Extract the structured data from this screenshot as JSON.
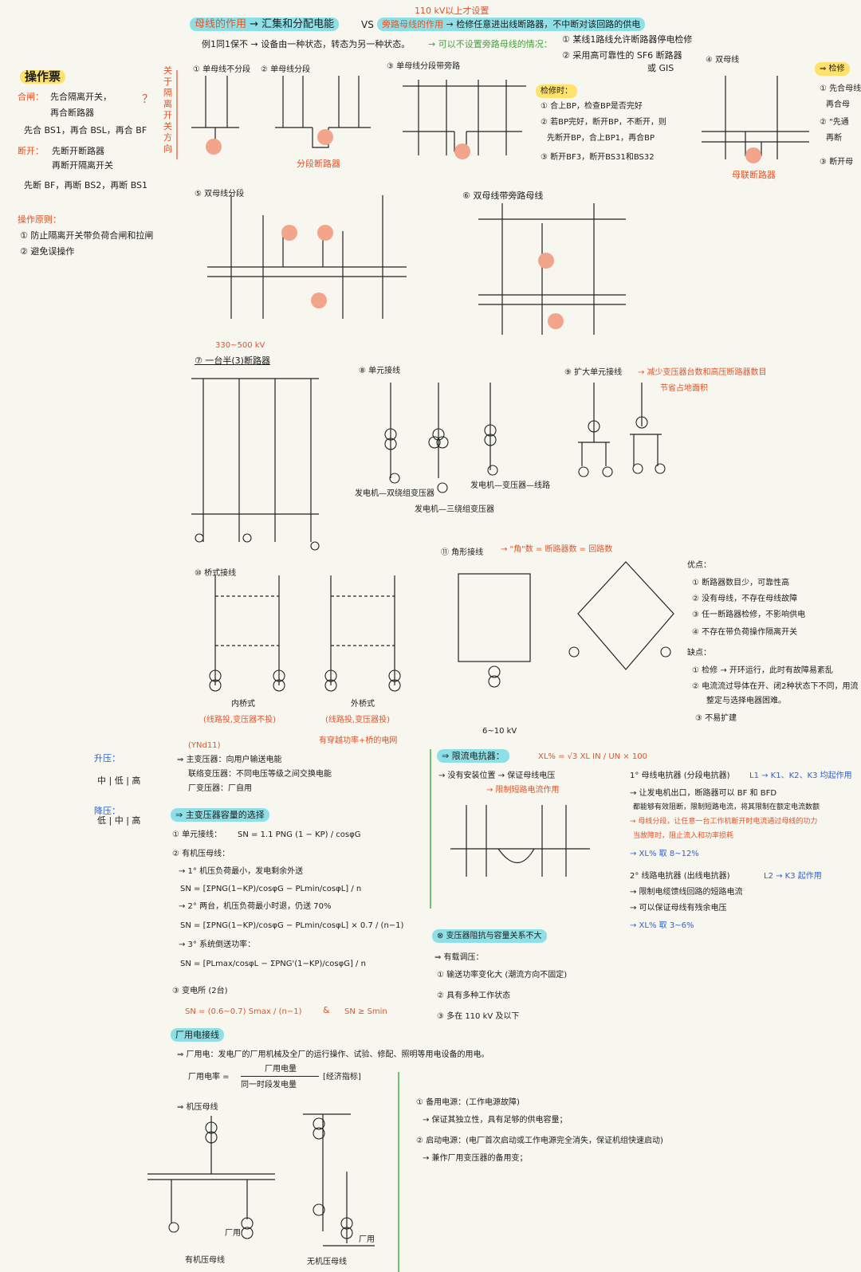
{
  "header": {
    "bus_role": "母线的作用",
    "bus_role_desc": "→ 汇集和分配电能",
    "vs": "VS",
    "bypass_role": "旁路母线的作用",
    "bypass_role_desc": "→ 检修任意进出线断路器，不中断对该回路的供电",
    "bypass_note_top": "110 kV以上才设置",
    "bypass_note_under": "→ 可以不设置旁路母线的情况：",
    "bypass_case1": "① 某线1路线允许断路器停电检修",
    "bypass_case2": "② 采用高可靠性的 SF6 断路器",
    "bypass_case2b": "或 GIS",
    "single_bus_example": "例1同1保不",
    "single_bus_example_desc": "→ 设备由一种状态，转态为另一种状态。"
  },
  "operation": {
    "title": "操作票",
    "close_label": "合闸：",
    "close_step1": "先合隔离开关，",
    "close_step2": "再合断路器",
    "close_seq": "先合 BS1，再合 BSL，再合 BF",
    "open_label": "断开：",
    "open_step1": "先断开断路器",
    "open_step2": "再断开隔离开关",
    "open_seq": "先断 BF，再断 BS2，再断 BS1",
    "principle_title": "操作原则：",
    "principle1": "① 防止隔离开关带负荷合闸和拉闸",
    "principle2": "② 避免误操作",
    "side_note": "关于隔离开关方向",
    "question": "？"
  },
  "diagrams": {
    "d1": "① 单母线不分段",
    "d2": "② 单母线分段",
    "d2_red": "分段断路器",
    "d3": "③ 单母线分段带旁路",
    "d3_note_title": "检修时：",
    "d3_step1": "① 合上BP，检查BP是否完好",
    "d3_step2": "② 若BP完好，断开BP，不断开，则",
    "d3_step2b": "先断开BP，合上BP1，再合BP",
    "d3_step3": "③ 断开BF3，断开BS31和BS32",
    "d4": "④ 双母线",
    "d4_red": "母联断路器",
    "d5": "⑤ 双母线分段",
    "d6": "⑥ 双母线带旁路母线",
    "d7_voltage": "330~500 kV",
    "d7": "⑦ 一台半(3)断路器",
    "d8": "⑧ 单元接线",
    "d8_label1": "发电机—双绕组变压器",
    "d8_label2": "发电机—三绕组变压器",
    "d8_label3": "发电机—变压器—线路",
    "d9": "⑨ 扩大单元接线",
    "d9_note": "→ 减少变压器台数和高压断路器数目",
    "d9_note2": "节省占地面积",
    "d10": "⑩ 桥式接线",
    "d10_inner": "内桥式",
    "d10_inner_note": "(线路投,变压器不投)",
    "d10_outer": "外桥式",
    "d10_outer_note": "(线路投,变压器投)",
    "d10_outer_note2": "有穿越功率+桥的电网",
    "d11": "⑪ 角形接线",
    "d11_note": "→ \"角\"数 = 断路器数 = 回路数",
    "ring_adv_title": "优点：",
    "ring_adv1": "① 断路器数目少，可靠性高",
    "ring_adv2": "② 没有母线，不存在母线故障",
    "ring_adv3": "③ 任一断路器检修，不影响供电",
    "ring_adv4": "④ 不存在带负荷操作隔离开关",
    "ring_dis_title": "缺点：",
    "ring_dis1": "① 检修 → 开环运行，此时有故障易紊乱",
    "ring_dis2": "② 电流流过导体在开、闭2种状态下不同，用流",
    "ring_dis2b": "整定与选择电器困难。",
    "ring_dis3": "③ 不易扩建"
  },
  "transformer": {
    "step_up": "升压：",
    "step_up_val": "中 | 低 | 高",
    "step_down": "降压：",
    "step_down_val": "低 | 中 | 高",
    "ynd_note": "(YNd11)",
    "main_tx": "⇒ 主变压器：向用户输送电能",
    "link_tx": "联络变压器：不同电压等级之间交换电能",
    "aux_tx": "厂变压器：厂自用",
    "select_title": "⇒ 主变压器容量的选择",
    "unit_conn": "① 单元接线：",
    "unit_formula": "SN = 1.1 PNG (1 − KP) / cosφG",
    "gen_bus": "② 有机压母线：",
    "case1": "→ 1° 机压负荷最小，发电剩余外送",
    "formula1": "SN = [ΣPNG(1−KP)/cosφG − PLmin/cosφL] / n",
    "case2": "→ 2° 两台，机压负荷最小时退，仍送 70%",
    "formula2": "SN = [ΣPNG(1−KP)/cosφG − PLmin/cosφL] × 0.7 / (n−1)",
    "case3": "→ 3° 系统倒送功率：",
    "formula3": "SN = [PLmax/cosφL − ΣPNG'(1−KP)/cosφG] / n",
    "substation": "③ 变电所 (2台)",
    "sub_formula": "SN = (0.6~0.7) Smax / (n−1)",
    "sub_and": "&",
    "sub_formula2": "SN ≥ Smin",
    "tx_fix_title": "⊗ 变压器阻抗与容量关系不大",
    "onload_title": "⇒ 有载调压：",
    "onload1": "① 输送功率变化大 (潮流方向不固定)",
    "onload2": "② 具有多种工作状态",
    "onload3": "③ 多在 110 kV 及以下"
  },
  "reactor": {
    "title": "⇒ 限流电抗器：",
    "formula": "XL% = √3 XL IN / UN × 100",
    "voltage": "6~10 kV",
    "purpose": "→ 没有安装位置 → 保证母线电压",
    "purpose2": "→ 限制短路电流作用",
    "bus_reactor": "1° 母线电抗器 (分段电抗器)",
    "bus_reactor_red": "L1 → K1、K2、K3 均起作用",
    "bus_desc1": "→ 让发电机出口，断路器可以 BF 和 BFD",
    "bus_desc2": "都能够有效阻断，限制短路电流，将其限制在额定电流数额",
    "bus_desc_red1": "→ 母线分段，让任意一台工作机断开时电流通过母线的功力",
    "bus_desc_red2": "当故障时，阻止流入和功率损耗",
    "bus_xl": "→ XL% 取 8~12%",
    "line_reactor": "2° 线路电抗器 (出线电抗器)",
    "line_reactor_red": "L2 → K3 起作用",
    "line_desc1": "→ 限制电缆馈线回路的短路电流",
    "line_desc2": "→ 可以保证母线有残余电压",
    "line_xl": "→ XL% 取 3~6%"
  },
  "aux_power": {
    "title": "厂用电接线",
    "def": "⇒ 厂用电：发电厂的厂用机械及全厂的运行操作、试验、修配、照明等用电设备的用电。",
    "rate_label": "厂用电率 =",
    "rate_num": "厂用电量",
    "rate_den": "同一时段发电量",
    "rate_note": "[经济指标]",
    "gen_bus": "⇒ 机压母线",
    "with_gen_bus": "有机压母线",
    "without_gen_bus": "无机压母线",
    "aux_label": "厂用",
    "backup_power": "① 备用电源：(工作电源故障)",
    "backup_desc": "→ 保证其独立性，具有足够的供电容量；",
    "start_power": "② 启动电源：(电厂首次启动或工作电源完全消失，保证机组快速启动)",
    "start_desc": "→ 兼作厂用变压器的备用变；"
  },
  "right_edge": {
    "title": "⇒ 检修",
    "item1": "① 先合母线",
    "item1b": "再合母",
    "item2": "② \"先通",
    "item2b": "再断",
    "item3": "③ 断开母"
  }
}
